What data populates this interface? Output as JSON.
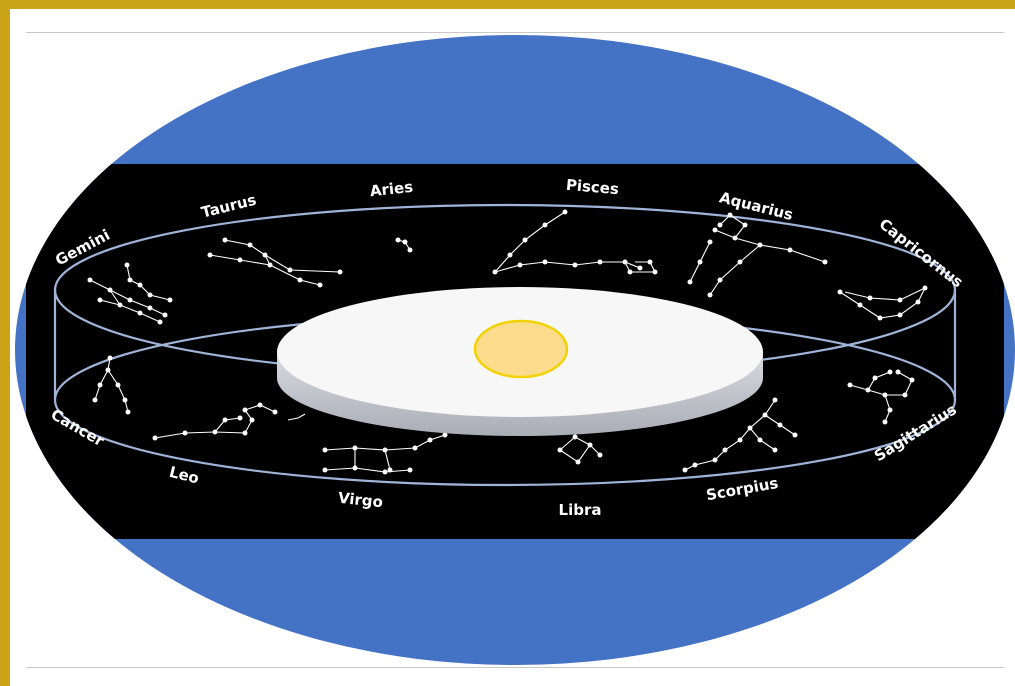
{
  "colors": {
    "frame": "#c9a417",
    "ellipse": "#4472c4",
    "night": "#000000",
    "orbit": "#9fb4d8",
    "sun": "#fbdc8c",
    "sun_outline": "#f2d200",
    "disk": "#f7f7f7"
  },
  "signs": {
    "aries": "Aries",
    "pisces": "Pisces",
    "aquarius": "Aquarius",
    "capricornus": "Capricornus",
    "sagittarius": "Sagittarius",
    "scorpius": "Scorpius",
    "libra": "Libra",
    "virgo": "Virgo",
    "leo": "Leo",
    "cancer": "Cancer",
    "gemini": "Gemini",
    "taurus": "Taurus"
  }
}
